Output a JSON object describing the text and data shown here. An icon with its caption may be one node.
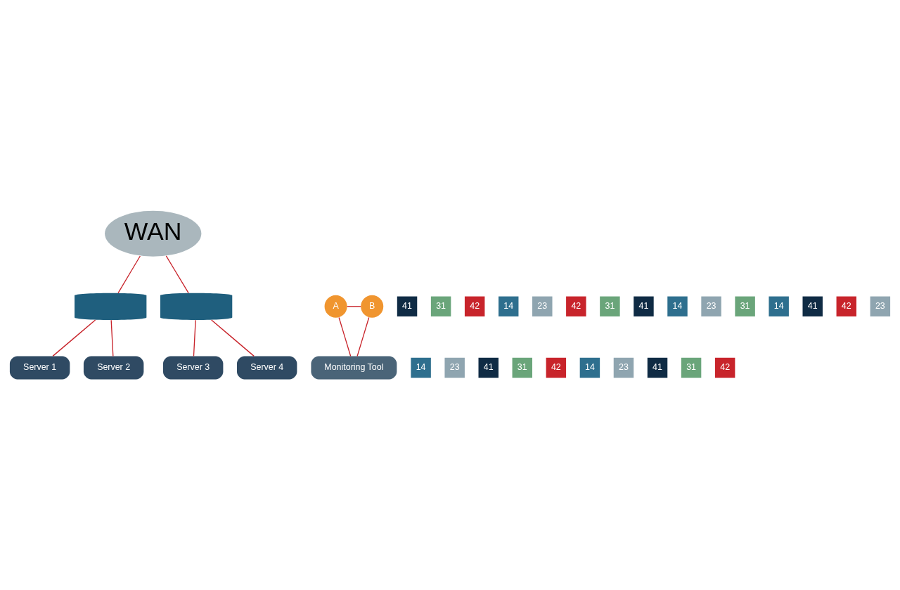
{
  "diagram": {
    "nodes": [
      {
        "text": [
          "WAN"
        ]
      },
      {
        "text": [],
        "shape": "cylinder"
      },
      {
        "text": [
          "A"
        ]
      },
      {
        "text": [
          "B"
        ]
      },
      {
        "text": [],
        "shape": "cylinder"
      },
      {
        "text": [
          "41"
        ]
      },
      {
        "text": [
          "31"
        ]
      },
      {
        "text": [
          "42"
        ]
      },
      {
        "text": [
          "14"
        ]
      },
      {
        "text": [
          "23"
        ]
      },
      {
        "text": [
          "42"
        ]
      },
      {
        "text": [
          "31"
        ]
      },
      {
        "text": [
          "41"
        ]
      },
      {
        "text": [
          "14"
        ]
      },
      {
        "text": [
          "14"
        ]
      },
      {
        "text": [
          "23"
        ]
      },
      {
        "text": [
          "41"
        ]
      },
      {
        "text": [
          "31"
        ]
      },
      {
        "text": [
          "42"
        ]
      },
      {
        "text": [
          "14"
        ]
      },
      {
        "text": [
          "23"
        ]
      },
      {
        "text": [
          "41"
        ]
      },
      {
        "text": [
          "31"
        ]
      },
      {
        "text": [
          "42"
        ]
      },
      {
        "text": [
          "23"
        ]
      },
      {
        "text": [
          "31"
        ]
      },
      {
        "text": [
          "14"
        ]
      },
      {
        "text": [
          "41"
        ]
      },
      {
        "text": [
          "42"
        ]
      },
      {
        "text": [
          "23"
        ]
      },
      {
        "text": [
          "Server 1"
        ]
      },
      {
        "text": [
          "Server 2"
        ]
      },
      {
        "text": [
          "Server 3"
        ]
      },
      {
        "text": [
          "Server 4"
        ]
      },
      {
        "text": [
          "Monitoring Tool"
        ]
      }
    ],
    "edges": [
      {
        "from": 0,
        "to": 1,
        "arrow": "none"
      },
      {
        "from": 0,
        "to": 4,
        "arrow": "none"
      },
      {
        "from": 2,
        "to": 3,
        "arrow": "none"
      },
      {
        "from": 1,
        "to": 31,
        "arrow": "none"
      },
      {
        "from": 1,
        "to": 30,
        "arrow": "none"
      },
      {
        "from": 4,
        "to": 32,
        "arrow": "none"
      },
      {
        "from": 4,
        "to": 33,
        "arrow": "none"
      },
      {
        "from": 2,
        "to": 34,
        "arrow": "none"
      },
      {
        "from": 3,
        "to": 34,
        "arrow": "none"
      }
    ]
  }
}
